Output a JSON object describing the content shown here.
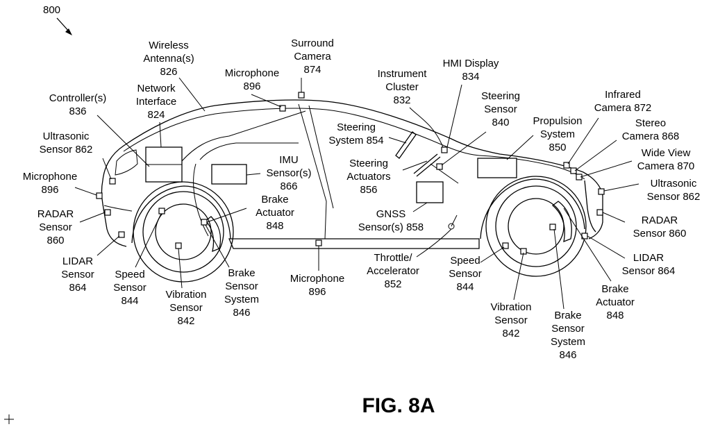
{
  "figure": {
    "ref": "800",
    "caption": "FIG. 8A"
  },
  "labels": {
    "wireless_antenna": {
      "line1": "Wireless",
      "line2": "Antenna(s)",
      "num": "826"
    },
    "surround_camera": {
      "line1": "Surround",
      "line2": "Camera",
      "num": "874"
    },
    "microphone_roof": {
      "line1": "Microphone",
      "num": "896"
    },
    "instrument_cluster": {
      "line1": "Instrument",
      "line2": "Cluster",
      "num": "832"
    },
    "hmi_display": {
      "line1": "HMI Display",
      "num": "834"
    },
    "network_interface": {
      "line1": "Network",
      "line2": "Interface",
      "num": "824"
    },
    "controllers": {
      "line1": "Controller(s)",
      "num": "836"
    },
    "ultrasonic_rear": {
      "line1": "Ultrasonic",
      "line2": "Sensor 862"
    },
    "microphone_rear": {
      "line1": "Microphone",
      "num": "896"
    },
    "radar_rear": {
      "line1": "RADAR",
      "line2": "Sensor",
      "num": "860"
    },
    "lidar_rear": {
      "line1": "LIDAR",
      "line2": "Sensor",
      "num": "864"
    },
    "speed_rear": {
      "line1": "Speed",
      "line2": "Sensor",
      "num": "844"
    },
    "vibration_rear": {
      "line1": "Vibration",
      "line2": "Sensor",
      "num": "842"
    },
    "brake_system_rear": {
      "line1": "Brake",
      "line2": "Sensor",
      "line3": "System",
      "num": "846"
    },
    "imu": {
      "line1": "IMU",
      "line2": "Sensor(s)",
      "num": "866"
    },
    "brake_actuator_rear": {
      "line1": "Brake",
      "line2": "Actuator",
      "num": "848"
    },
    "microphone_bottom": {
      "line1": "Microphone",
      "num": "896"
    },
    "steering_system": {
      "line1": "Steering",
      "line2": "System 854"
    },
    "steering_actuators": {
      "line1": "Steering",
      "line2": "Actuators",
      "num": "856"
    },
    "gnss": {
      "line1": "GNSS",
      "line2": "Sensor(s) 858"
    },
    "throttle": {
      "line1": "Throttle/",
      "line2": "Accelerator",
      "num": "852"
    },
    "steering_sensor": {
      "line1": "Steering",
      "line2": "Sensor",
      "num": "840"
    },
    "propulsion": {
      "line1": "Propulsion",
      "line2": "System",
      "num": "850"
    },
    "infrared_camera": {
      "line1": "Infrared",
      "line2": "Camera 872"
    },
    "stereo_camera": {
      "line1": "Stereo",
      "line2": "Camera 868"
    },
    "wide_view_camera": {
      "line1": "Wide View",
      "line2": "Camera 870"
    },
    "ultrasonic_front": {
      "line1": "Ultrasonic",
      "line2": "Sensor 862"
    },
    "radar_front": {
      "line1": "RADAR",
      "line2": "Sensor 860"
    },
    "lidar_front": {
      "line1": "LIDAR",
      "line2": "Sensor 864"
    },
    "speed_front": {
      "line1": "Speed",
      "line2": "Sensor",
      "num": "844"
    },
    "vibration_front": {
      "line1": "Vibration",
      "line2": "Sensor",
      "num": "842"
    },
    "brake_system_front": {
      "line1": "Brake",
      "line2": "Sensor",
      "line3": "System",
      "num": "846"
    },
    "brake_actuator_front": {
      "line1": "Brake",
      "line2": "Actuator",
      "num": "848"
    }
  }
}
